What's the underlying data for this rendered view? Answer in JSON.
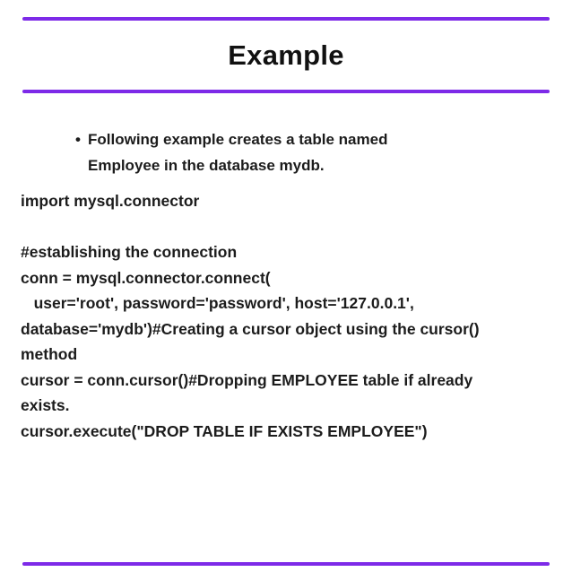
{
  "colors": {
    "accent": "#7D2AE8",
    "text": "#1c1c1c",
    "background": "#ffffff"
  },
  "slide": {
    "title": "Example",
    "bullet": {
      "marker": "•",
      "text": "Following example creates a table named\nEmployee in the database mydb."
    },
    "code_lines": [
      "import mysql.connector",
      "",
      "#establishing the connection",
      "conn = mysql.connector.connect(",
      "   user='root', password='password', host='127.0.0.1',",
      "database='mydb')#Creating a cursor object using the cursor()",
      "method",
      "cursor = conn.cursor()#Dropping EMPLOYEE table if already",
      "exists.",
      "cursor.execute(\"DROP TABLE IF EXISTS EMPLOYEE\")"
    ]
  }
}
